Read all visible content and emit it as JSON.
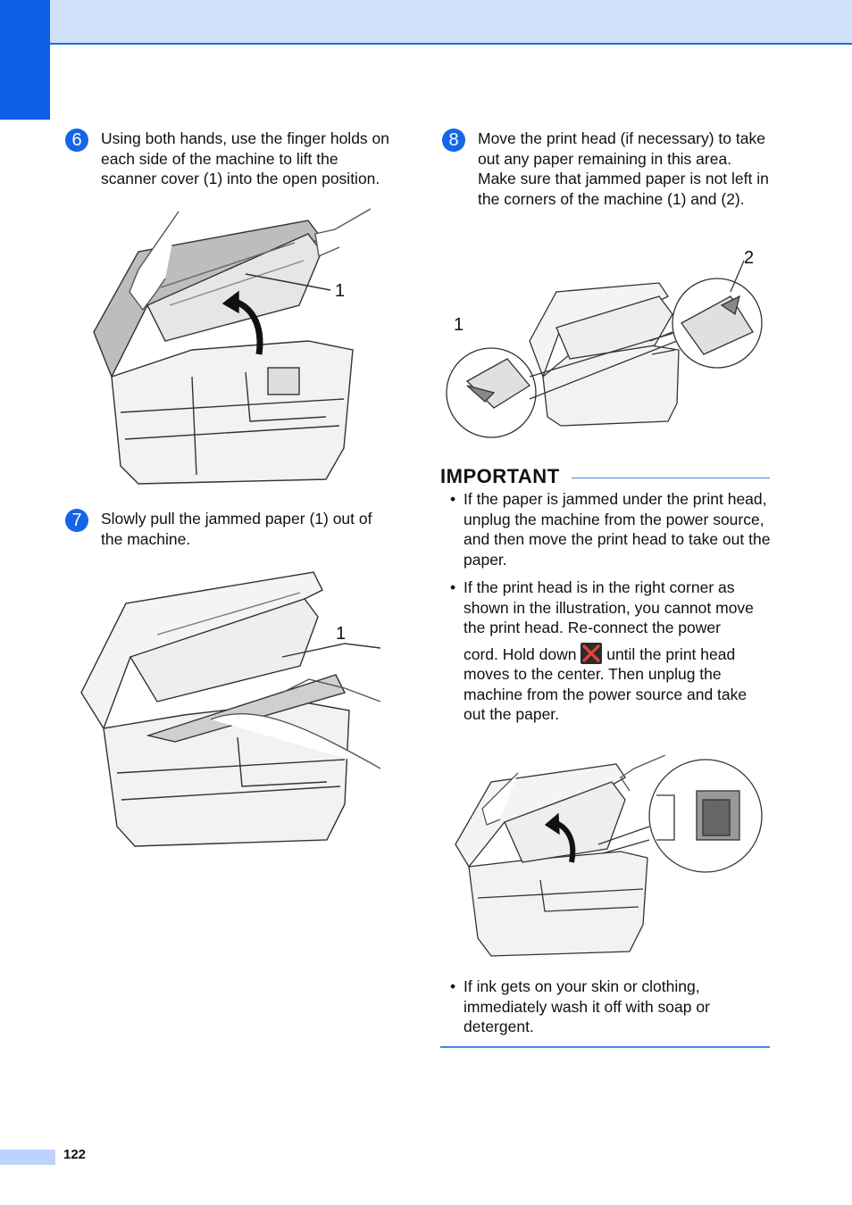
{
  "steps": {
    "s6": {
      "num": "6",
      "text": "Using both hands, use the finger holds on each side of the machine to lift the scanner cover (1) into the open position."
    },
    "s7": {
      "num": "7",
      "text": "Slowly pull the jammed paper (1) out of the machine."
    },
    "s8": {
      "num": "8",
      "text": "Move the print head (if necessary) to take out any paper remaining in this area. Make sure that jammed paper is not left in the corners of the machine (1) and (2)."
    }
  },
  "callouts": {
    "fig6": "1",
    "fig7": "1",
    "fig8_left": "1",
    "fig8_right": "2"
  },
  "important": {
    "title": "IMPORTANT",
    "bullet_char": "•",
    "bullet1": "If the paper is jammed under the print head, unplug the machine from the power source, and then move the print head to take out the paper.",
    "bullet2_a": "If the print head is in the right corner as shown in the illustration, you cannot move the print head. Re-connect the power",
    "bullet2_b_pre": "cord. Hold down",
    "bullet2_b_post": "until the print head",
    "bullet2_c": "moves to the center. Then unplug the machine from the power source and take out the paper.",
    "bullet3": "If ink gets on your skin or clothing, immediately wash it off with soap or detergent."
  },
  "icons": {
    "stop_key": "stop-exit-x-icon"
  },
  "colors": {
    "accent_blue": "#1565e8",
    "header_band": "#cfe0fb",
    "stop_x": "#e8433a"
  },
  "footer": {
    "page_number": "122"
  }
}
